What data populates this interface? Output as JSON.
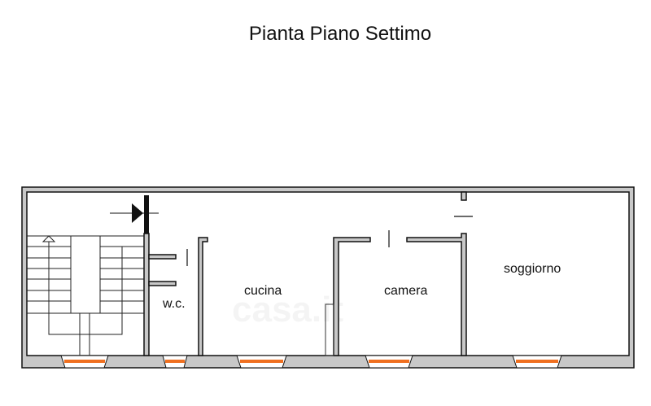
{
  "title": "Pianta Piano Settimo",
  "rooms": {
    "wc": "w.c.",
    "kitchen": "cucina",
    "bedroom": "camera",
    "living": "soggiorno"
  },
  "watermark": "casa.it",
  "colors": {
    "wall": "#c8c8c8",
    "window": "#f07020",
    "line": "#111111"
  }
}
